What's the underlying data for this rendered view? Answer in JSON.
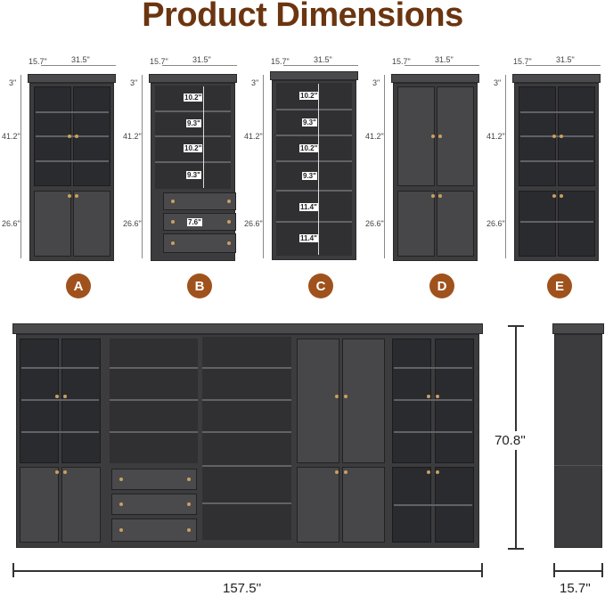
{
  "title": "Product Dimensions",
  "accent": "#6b3510",
  "cabinet_color": "#3c3c3e",
  "units": [
    {
      "badge": "A",
      "depth": "15.7\"",
      "width": "31.5\"",
      "top": "3\"",
      "upper": "41.2\"",
      "lower": "26.6\""
    },
    {
      "badge": "B",
      "depth": "15.7\"",
      "width": "31.5\"",
      "top": "3\"",
      "upper": "41.2\"",
      "lower": "26.6\"",
      "shelves": [
        "10.2\"",
        "9.3\"",
        "10.2\"",
        "9.3\""
      ],
      "drawer_gap": "7.6\""
    },
    {
      "badge": "C",
      "depth": "15.7\"",
      "width": "31.5\"",
      "top": "3\"",
      "upper": "41.2\"",
      "lower": "26.6\"",
      "shelves": [
        "10.2\"",
        "9.3\"",
        "10.2\"",
        "9.3\"",
        "11.4\"",
        "11.4\""
      ]
    },
    {
      "badge": "D",
      "depth": "15.7\"",
      "width": "31.5\"",
      "top": "3\"",
      "upper": "41.2\"",
      "lower": "26.6\""
    },
    {
      "badge": "E",
      "depth": "15.7\"",
      "width": "31.5\"",
      "top": "3\"",
      "upper": "41.2\"",
      "lower": "26.6\""
    }
  ],
  "combined": {
    "height": "70.8''",
    "width": "157.5''",
    "depth": "15.7''"
  }
}
